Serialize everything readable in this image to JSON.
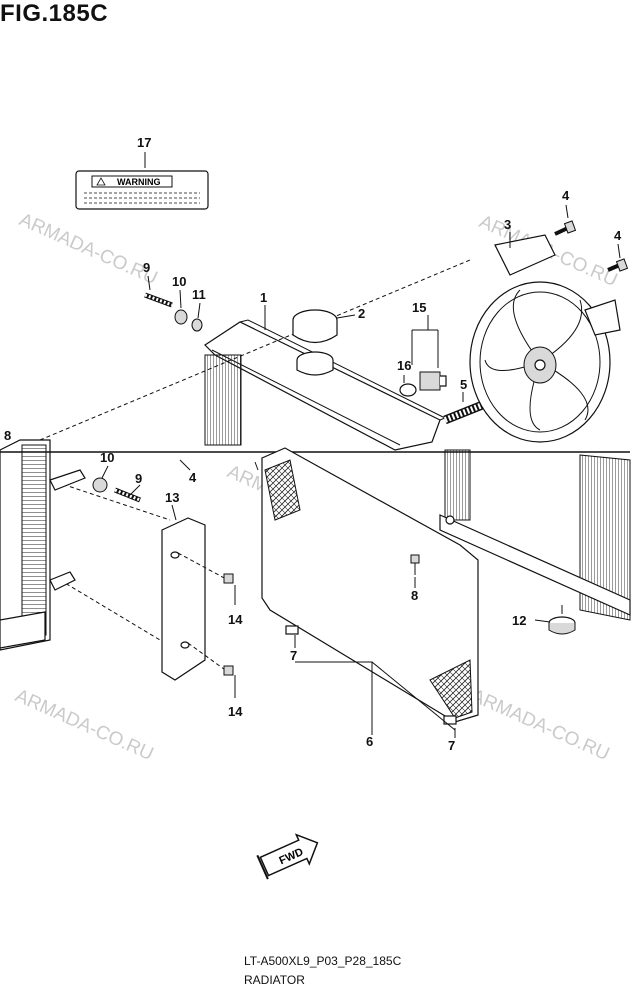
{
  "figure": {
    "title": "FIG.185C"
  },
  "warning_label": {
    "text": "WARNING"
  },
  "watermark": {
    "text": "ARMADA-CO.RU"
  },
  "fwd_badge": {
    "text": "FWD"
  },
  "callouts": {
    "c1": "1",
    "c2": "2",
    "c3": "3",
    "c4a": "4",
    "c4b": "4",
    "c4c": "4",
    "c5": "5",
    "c6": "6",
    "c7a": "7",
    "c7b": "7",
    "c8a": "8",
    "c8b": "8",
    "c9a": "9",
    "c9b": "9",
    "c10a": "10",
    "c10b": "10",
    "c11": "11",
    "c12": "12",
    "c13": "13",
    "c14a": "14",
    "c14b": "14",
    "c15": "15",
    "c16": "16",
    "c17": "17"
  },
  "footer": {
    "code": "LT-A500XL9_P03_P28_185C",
    "name": "RADIATOR"
  }
}
